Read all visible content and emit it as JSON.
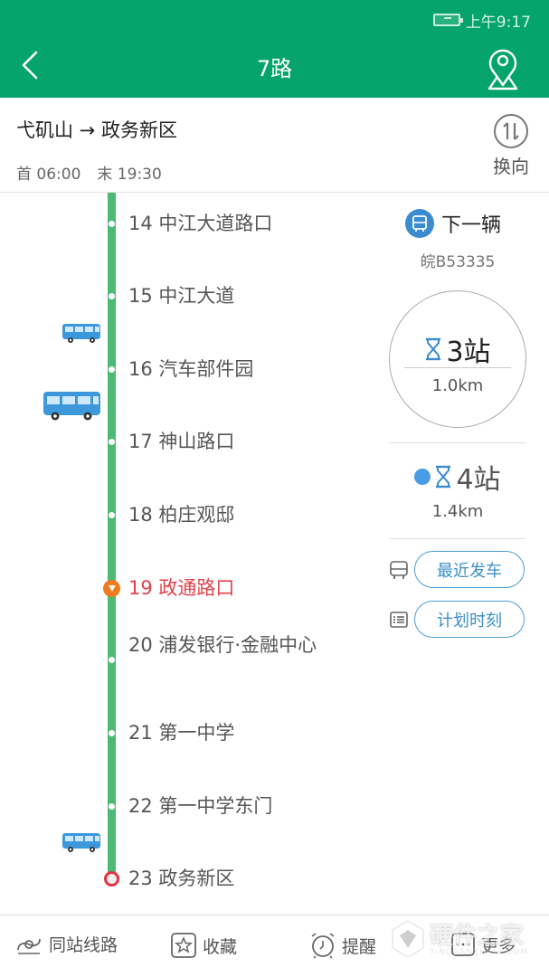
{
  "status_bar": {
    "time": "上午9:17",
    "battery_icon": "battery-charging-icon"
  },
  "header": {
    "title": "7路",
    "back_icon": "chevron-left-icon",
    "map_icon": "map-pin-icon",
    "bg_color": "#05a46a"
  },
  "route": {
    "name": "弋矶山 → 政务新区",
    "first_label": "首 06:00",
    "last_label": "末 19:30",
    "switch_label": "换向",
    "switch_icon": "swap-direction-icon"
  },
  "stops": [
    {
      "label": "14 中江大道路口",
      "state": "normal"
    },
    {
      "label": "15 中江大道",
      "state": "normal"
    },
    {
      "label": "16 汽车部件园",
      "state": "normal"
    },
    {
      "label": "17 神山路口",
      "state": "normal"
    },
    {
      "label": "18 柏庄观邸",
      "state": "normal"
    },
    {
      "label": "19 政通路口",
      "state": "current"
    },
    {
      "label": "20 浦发银行·金融中心",
      "state": "normal"
    },
    {
      "label": "21 第一中学",
      "state": "normal"
    },
    {
      "label": "22 第一中学东门",
      "state": "normal"
    },
    {
      "label": "23 政务新区",
      "state": "terminal"
    }
  ],
  "buses": [
    {
      "position": "between 15 and 16",
      "size": "small"
    },
    {
      "position": "near 16",
      "size": "large"
    },
    {
      "position": "between 22 and 23",
      "size": "small"
    }
  ],
  "next_bus": {
    "title": "下一辆",
    "plate": "皖B53335",
    "eta_stops": "3站",
    "eta_distance": "1.0km",
    "second_eta_stops": "4站",
    "second_eta_distance": "1.4km"
  },
  "actions": {
    "recent_departure": "最近发车",
    "schedule": "计划时刻"
  },
  "bottom_bar": {
    "items": [
      {
        "label": "同站线路",
        "icon": "same-station-routes-icon"
      },
      {
        "label": "收藏",
        "icon": "star-icon"
      },
      {
        "label": "提醒",
        "icon": "alarm-clock-icon"
      },
      {
        "label": "更多",
        "icon": "more-icon"
      }
    ]
  },
  "colors": {
    "accent_green": "#05a46a",
    "line_green": "#4cb974",
    "current_red": "#e0424b",
    "marker_orange": "#f07a1d",
    "bus_blue": "#3a8bd0"
  },
  "watermark": {
    "text": "硬件之家",
    "sub": "YINGJIANZHIJIA.COM"
  }
}
